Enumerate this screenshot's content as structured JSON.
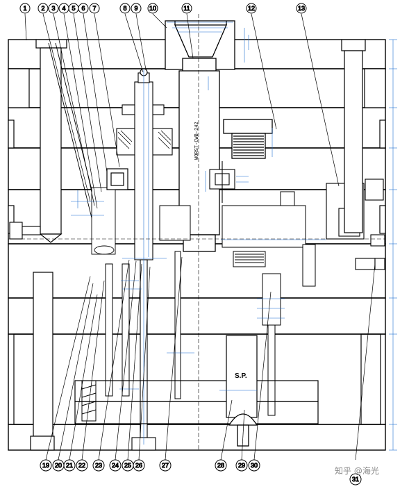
{
  "diagram": {
    "top_callouts": [
      "1",
      "2",
      "3",
      "4",
      "5",
      "6",
      "7",
      "8",
      "9",
      "10",
      "11",
      "12",
      "13"
    ],
    "bottom_callouts": [
      "19",
      "20",
      "21",
      "22",
      "23",
      "24",
      "25",
      "26",
      "27",
      "28",
      "29",
      "30",
      "31"
    ],
    "sprue_label": "S.P.",
    "part_label": "WORST-CWB-242",
    "watermark": "知乎 @海光",
    "colors": {
      "outline": "#000000",
      "dimension": "#1f6fd1",
      "hatch": "#000000",
      "callout_fill": "#ffffff",
      "watermark": "#8a8a8a"
    }
  }
}
